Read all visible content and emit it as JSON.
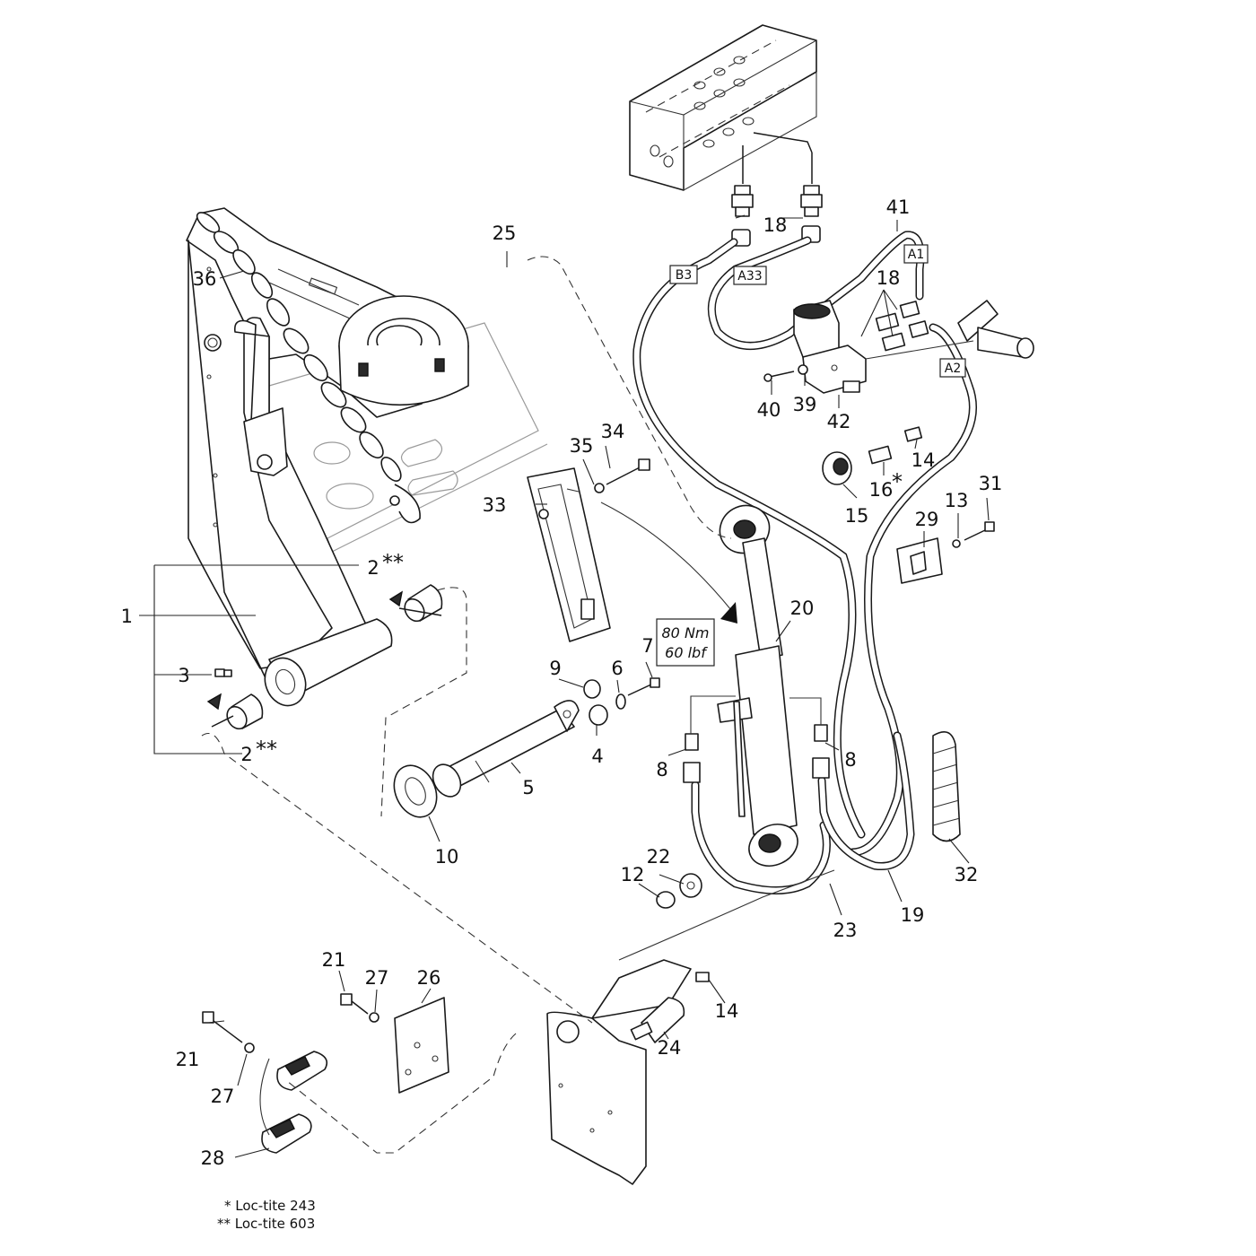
{
  "diagram": {
    "callouts": {
      "c1": "1",
      "c2a": "2",
      "c2b": "2",
      "c3": "3",
      "c4": "4",
      "c5": "5",
      "c6": "6",
      "c7": "7",
      "c8a": "8",
      "c8b": "8",
      "c9": "9",
      "c10": "10",
      "c12": "12",
      "c13": "13",
      "c14a": "14",
      "c14b": "14",
      "c15": "15",
      "c16": "16",
      "c18a": "18",
      "c18b": "18",
      "c19": "19",
      "c20": "20",
      "c21a": "21",
      "c21b": "21",
      "c22": "22",
      "c23": "23",
      "c24": "24",
      "c25": "25",
      "c26": "26",
      "c27a": "27",
      "c27b": "27",
      "c28": "28",
      "c29": "29",
      "c31": "31",
      "c32": "32",
      "c33": "33",
      "c34": "34",
      "c35": "35",
      "c36": "36",
      "c39": "39",
      "c40": "40",
      "c41": "41",
      "c42": "42"
    },
    "marks": {
      "single_star": "*",
      "double_star": "**"
    },
    "hose_tags": {
      "b3": "B3",
      "a33": "A33",
      "a1": "A1",
      "a2": "A2"
    },
    "torque": {
      "metric": "80 Nm",
      "imperial": "60 lbf"
    },
    "notes": {
      "loctite_243": "* Loc-tite 243",
      "loctite_603": "** Loc-tite 603"
    }
  }
}
